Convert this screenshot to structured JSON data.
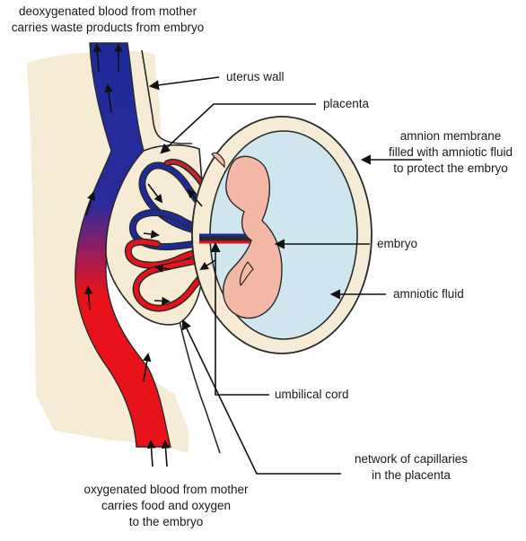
{
  "labels": {
    "deoxygenated": [
      "deoxygenated blood from mother",
      "carries waste products from embryo"
    ],
    "uterus_wall": "uterus wall",
    "placenta": "placenta",
    "amnion": [
      "amnion membrane",
      "filled with amniotic fluid",
      "to protect the embryo"
    ],
    "embryo": "embryo",
    "amniotic_fluid": "amniotic fluid",
    "umbilical_cord": "umbilical cord",
    "capillaries": [
      "network of capillaries",
      "in the placenta"
    ],
    "oxygenated": [
      "oxygenated blood from mother",
      "carries food and oxygen",
      "to the embryo"
    ]
  },
  "colors": {
    "deoxygenated_blood": "#1e2a9a",
    "oxygenated_blood": "#e8121b",
    "tissue": "#f6ecd6",
    "amniotic_fluid": "#cfe6ef",
    "embryo": "#f3b9a6",
    "outline": "#2a2a2a"
  }
}
